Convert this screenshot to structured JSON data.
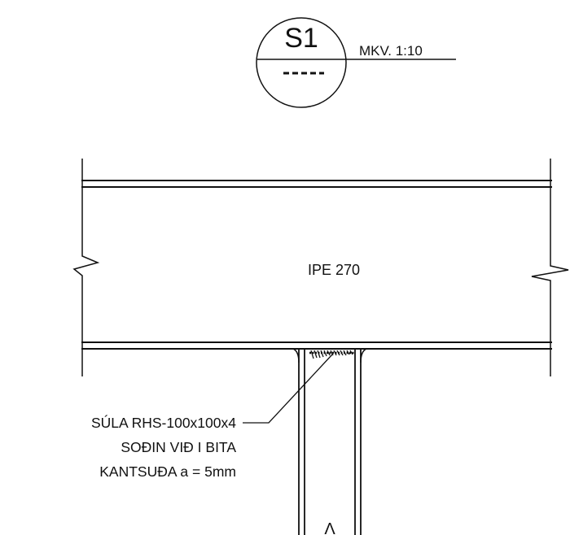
{
  "detail_marker": {
    "id": "S1",
    "scale_label": "MKV. 1:10"
  },
  "beam": {
    "profile_label": "IPE 270"
  },
  "annotation": {
    "lines": [
      "SÚLA RHS-100x100x4",
      "SOÐIN VIÐ I BITA",
      "KANTSUÐA a = 5mm"
    ]
  },
  "column": {
    "section_mark": "Λ"
  }
}
